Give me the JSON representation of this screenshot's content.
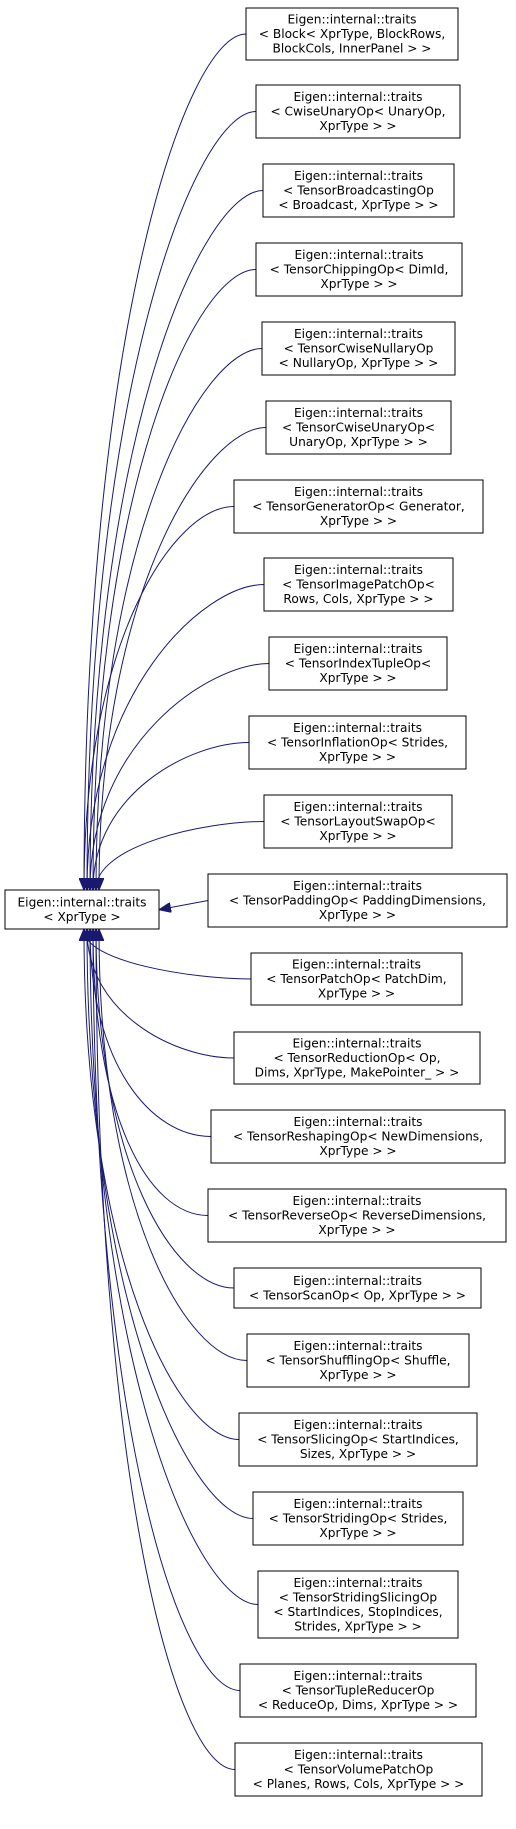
{
  "base": {
    "lines": [
      "Eigen::internal::traits",
      "< XprType >"
    ]
  },
  "derived": [
    {
      "lines": [
        "Eigen::internal::traits",
        "< Block< XprType, BlockRows,",
        "BlockCols, InnerPanel > >"
      ]
    },
    {
      "lines": [
        "Eigen::internal::traits",
        "< CwiseUnaryOp< UnaryOp,",
        "XprType > >"
      ]
    },
    {
      "lines": [
        "Eigen::internal::traits",
        "< TensorBroadcastingOp",
        "< Broadcast, XprType > >"
      ]
    },
    {
      "lines": [
        "Eigen::internal::traits",
        "< TensorChippingOp< DimId,",
        "XprType > >"
      ]
    },
    {
      "lines": [
        "Eigen::internal::traits",
        "< TensorCwiseNullaryOp",
        "< NullaryOp, XprType > >"
      ]
    },
    {
      "lines": [
        "Eigen::internal::traits",
        "< TensorCwiseUnaryOp<",
        "UnaryOp, XprType > >"
      ]
    },
    {
      "lines": [
        "Eigen::internal::traits",
        "< TensorGeneratorOp< Generator,",
        "XprType > >"
      ]
    },
    {
      "lines": [
        "Eigen::internal::traits",
        "< TensorImagePatchOp<",
        "Rows, Cols, XprType > >"
      ]
    },
    {
      "lines": [
        "Eigen::internal::traits",
        "< TensorIndexTupleOp<",
        "XprType > >"
      ]
    },
    {
      "lines": [
        "Eigen::internal::traits",
        "< TensorInflationOp< Strides,",
        "XprType > >"
      ]
    },
    {
      "lines": [
        "Eigen::internal::traits",
        "< TensorLayoutSwapOp<",
        "XprType > >"
      ]
    },
    {
      "lines": [
        "Eigen::internal::traits",
        "< TensorPaddingOp< PaddingDimensions,",
        "XprType > >"
      ]
    },
    {
      "lines": [
        "Eigen::internal::traits",
        "< TensorPatchOp< PatchDim,",
        "XprType > >"
      ]
    },
    {
      "lines": [
        "Eigen::internal::traits",
        "< TensorReductionOp< Op,",
        "Dims, XprType, MakePointer_ > >"
      ]
    },
    {
      "lines": [
        "Eigen::internal::traits",
        "< TensorReshapingOp< NewDimensions,",
        "XprType > >"
      ]
    },
    {
      "lines": [
        "Eigen::internal::traits",
        "< TensorReverseOp< ReverseDimensions,",
        "XprType > >"
      ]
    },
    {
      "lines": [
        "Eigen::internal::traits",
        "< TensorScanOp< Op, XprType > >"
      ]
    },
    {
      "lines": [
        "Eigen::internal::traits",
        "< TensorShufflingOp< Shuffle,",
        "XprType > >"
      ]
    },
    {
      "lines": [
        "Eigen::internal::traits",
        "< TensorSlicingOp< StartIndices,",
        "Sizes, XprType > >"
      ]
    },
    {
      "lines": [
        "Eigen::internal::traits",
        "< TensorStridingOp< Strides,",
        "XprType > >"
      ]
    },
    {
      "lines": [
        "Eigen::internal::traits",
        "< TensorStridingSlicingOp",
        "< StartIndices, StopIndices,",
        "Strides, XprType > >"
      ]
    },
    {
      "lines": [
        "Eigen::internal::traits",
        "< TensorTupleReducerOp",
        "< ReduceOp, Dims, XprType > >"
      ]
    },
    {
      "lines": [
        "Eigen::internal::traits",
        "< TensorVolumePatchOp",
        "< Planes, Rows, Cols, XprType > >"
      ]
    }
  ],
  "colors": {
    "edge": "#191970",
    "node_border": "#000000",
    "background": "#ffffff"
  }
}
